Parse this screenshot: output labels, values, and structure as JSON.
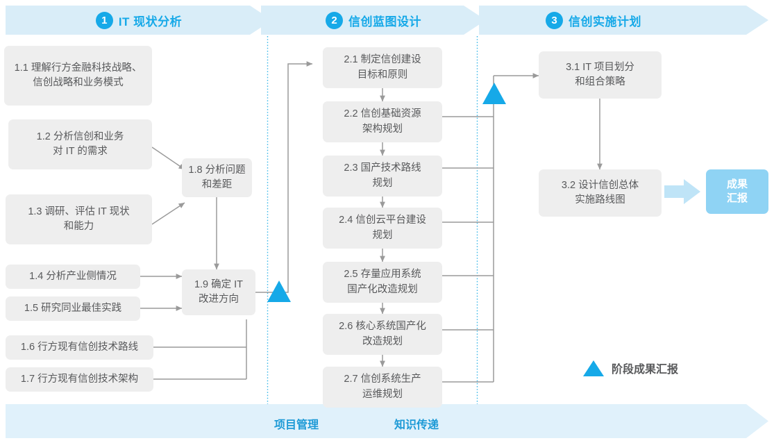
{
  "header": {
    "phases": [
      {
        "num": "1",
        "label": "IT 现状分析"
      },
      {
        "num": "2",
        "label": "信创蓝图设计"
      },
      {
        "num": "3",
        "label": "信创实施计划"
      }
    ]
  },
  "phase1": {
    "tasks": [
      {
        "id": "1.1",
        "text": "1.1 理解行方金融科技战略、\n信创战略和业务模式"
      },
      {
        "id": "1.2",
        "text": "1.2 分析信创和业务\n对 IT 的需求"
      },
      {
        "id": "1.3",
        "text": "1.3 调研、评估 IT 现状\n和能力"
      },
      {
        "id": "1.4",
        "text": "1.4 分析产业侧情况"
      },
      {
        "id": "1.5",
        "text": "1.5 研究同业最佳实践"
      },
      {
        "id": "1.6",
        "text": "1.6 行方现有信创技术路线"
      },
      {
        "id": "1.7",
        "text": "1.7 行方现有信创技术架构"
      },
      {
        "id": "1.8",
        "text": "1.8 分析问题\n和差距"
      },
      {
        "id": "1.9",
        "text": "1.9 确定 IT\n改进方向"
      }
    ]
  },
  "phase2": {
    "tasks": [
      {
        "id": "2.1",
        "text": "2.1 制定信创建设\n目标和原则"
      },
      {
        "id": "2.2",
        "text": "2.2 信创基础资源\n架构规划"
      },
      {
        "id": "2.3",
        "text": "2.3 国产技术路线\n规划"
      },
      {
        "id": "2.4",
        "text": "2.4 信创云平台建设\n规划"
      },
      {
        "id": "2.5",
        "text": "2.5 存量应用系统\n国产化改造规划"
      },
      {
        "id": "2.6",
        "text": "2.6 核心系统国产化\n改造规划"
      },
      {
        "id": "2.7",
        "text": "2.7 信创系统生产\n运维规划"
      }
    ]
  },
  "phase3": {
    "tasks": [
      {
        "id": "3.1",
        "text": "3.1 IT 项目划分\n和组合策略"
      },
      {
        "id": "3.2",
        "text": "3.2 设计信创总体\n实施路线图"
      }
    ],
    "result": "成果\n汇报"
  },
  "legend": {
    "milestone_label": "阶段成果汇报"
  },
  "footer": {
    "labels": [
      "项目管理",
      "知识传递"
    ]
  },
  "colors": {
    "accent": "#16a9e8",
    "ribbon_fill": "#d9edf8",
    "box_fill": "#eeeeee",
    "box_text": "#58595b",
    "connector": "#9a9a9a",
    "result_fill": "#8fd3f4",
    "footer_text": "#1d9ad6",
    "divider": "#35b6e8"
  }
}
